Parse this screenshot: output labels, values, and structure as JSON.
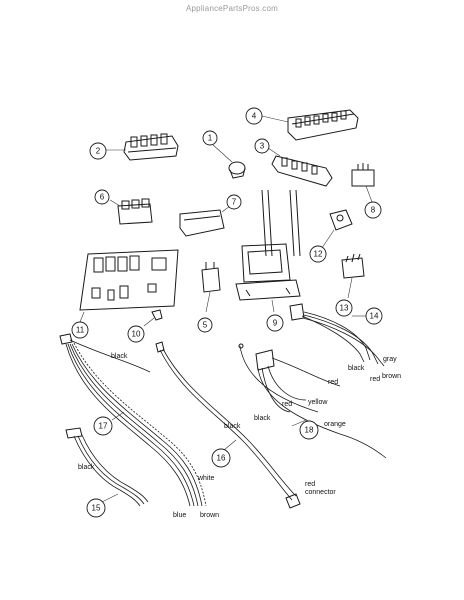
{
  "watermark": "AppliancePartsPros.com",
  "callouts": [
    "1",
    "2",
    "3",
    "4",
    "5",
    "6",
    "7",
    "8",
    "9",
    "10",
    "11",
    "12",
    "13",
    "14",
    "15",
    "16",
    "17",
    "18"
  ],
  "wire_labels": {
    "w17_black": "black",
    "w17_white": "white",
    "w17_blue": "blue",
    "w17_brown": "brown",
    "w15_black": "black",
    "w16_black_a": "black",
    "w16_black_b": "black",
    "w16_red": "red",
    "w16_connector": "connector",
    "w18_red_a": "red",
    "w18_red_b": "red",
    "w18_yellow": "yellow",
    "w18_orange": "orange",
    "w14_black": "black",
    "w14_gray": "gray",
    "w14_red": "red",
    "w14_brown": "brown"
  }
}
